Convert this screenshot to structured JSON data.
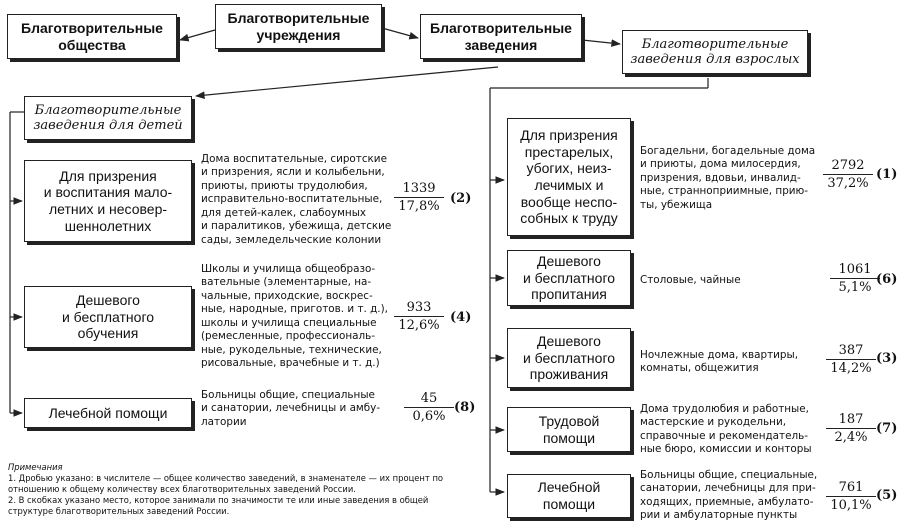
{
  "top": {
    "societies": "Благотворительные\nобщества",
    "institutions": "Благотворительные\nучреждения",
    "establishments": "Благотворительные\nзаведения",
    "adults": "Благотворительные\nзаведения для взрослых",
    "children": "Благотворительные\nзаведения для детей"
  },
  "children": [
    {
      "category": "Для призрения\nи воспитания мало-\nлетних и несовер-\nшеннолетних",
      "description": "Дома воспитательные, сиротские\nи призрения, ясли и колыбельни,\nприюты, приюты трудолюбия,\nисправительно-воспитательные,\nдля детей-калек, слабоумных\nи паралитиков, убежища, детские\nсады, земледельческие колонии",
      "numerator": "1339",
      "denominator": "17,8%",
      "rank": "(2)"
    },
    {
      "category": "Дешевого\nи бесплатного\nобучения",
      "description": "Школы и училища общеобразо-\nвательные (элементарные, на-\nчальные, приходские, воскрес-\nные, народные, приготов. и т. д.),\nшколы и училища специальные\n(ремесленные, профессиональ-\nные, рукодельные, технические,\nрисовальные, врачебные и т. д.)",
      "numerator": "933",
      "denominator": "12,6%",
      "rank": "(4)"
    },
    {
      "category": "Лечебной помощи",
      "description": "Больницы общие, специальные\nи санатории, лечебницы и амбу-\nлатории",
      "numerator": "45",
      "denominator": "0,6%",
      "rank": "(8)"
    }
  ],
  "adults": [
    {
      "category": "Для призрения\nпрестарелых,\nубогих, неиз-\nлечимых и\nвообще неспо-\nсобных к труду",
      "description": "Богадельни, богадельные дома\nи приюты,  дома милосердия,\nпризрения, вдовьи, инвалид-\nные, странноприимные, прию-\nты, убежища",
      "numerator": "2792",
      "denominator": "37,2%",
      "rank": "(1)"
    },
    {
      "category": "Дешевого\nи бесплатного\nпропитания",
      "description": "Столовые, чайные",
      "numerator": "1061",
      "denominator": "5,1%",
      "rank": "(6)"
    },
    {
      "category": "Дешевого\nи бесплатного\nпроживания",
      "description": "Ночлежные дома, квартиры,\nкомнаты, общежития",
      "numerator": "387",
      "denominator": "14,2%",
      "rank": "(3)"
    },
    {
      "category": "Трудовой\nпомощи",
      "description": "Дома трудолюбия и работные,\nмастерские и рукодельни,\nсправочные и рекомендатель-\nные бюро, комиссии и конторы",
      "numerator": "187",
      "denominator": "2,4%",
      "rank": "(7)"
    },
    {
      "category": "Лечебной\nпомощи",
      "description": "Больницы общие, специальные,\nсанатории, лечебницы для при-\nходящих, приемные, амбулато-\nрии и амбулаторные пункты",
      "numerator": "761",
      "denominator": "10,1%",
      "rank": "(5)"
    }
  ],
  "notes": {
    "title": "Примечания",
    "items": [
      "1. Дробью указано: в числителе — общее количество заведений, в знаменателе — их процент по отношению к общему количеству всех благотворительных заведений России.",
      "2. В скобках указано место, которое занимали по значимости те или иные заведения в общей структуре благотворительных заведений России."
    ]
  }
}
